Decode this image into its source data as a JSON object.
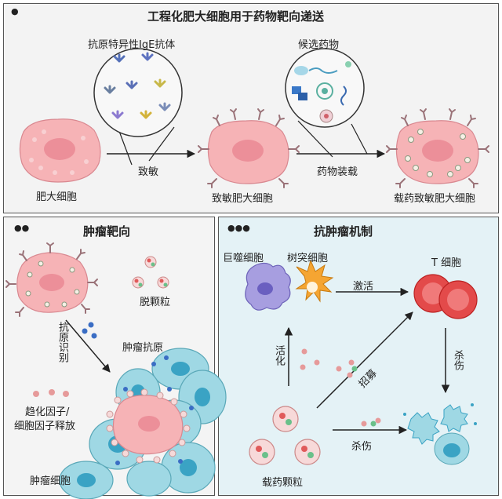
{
  "panel1": {
    "marker": "●",
    "title": "工程化肥大细胞用于药物靶向递送",
    "antibody_label": "抗原特异性IgE抗体",
    "drug_label": "候选药物",
    "sensitize_arrow": "致敏",
    "loading_arrow": "药物装载",
    "cell1_label": "肥大细胞",
    "cell2_label": "致敏肥大细胞",
    "cell3_label": "载药致敏肥大细胞"
  },
  "panel2": {
    "marker": "●●",
    "title": "肿瘤靶向",
    "degranulation": "脱颗粒",
    "antigen_recognition": "抗原识别",
    "tumor_antigen": "肿瘤抗原",
    "chemokine_line1": "趋化因子/",
    "chemokine_line2": "细胞因子释放",
    "tumor_cell": "肿瘤细胞"
  },
  "panel3": {
    "marker": "●●●",
    "title": "抗肿瘤机制",
    "macrophage": "巨噬细胞",
    "dendritic": "树突细胞",
    "activate": "激活",
    "t_cell": "T 细胞",
    "activation": "活化",
    "recruit": "招募",
    "kill_top": "杀伤",
    "kill_bottom": "杀伤",
    "granules": "载药颗粒"
  },
  "colors": {
    "mast_cell": "#f6b3b6",
    "tumor_cell": "#9fd8e4",
    "t_cell": "#e34a4a",
    "macrophage": "#a79ee0",
    "dendritic": "#f5a532",
    "panel3_bg": "#e4f2f6"
  }
}
